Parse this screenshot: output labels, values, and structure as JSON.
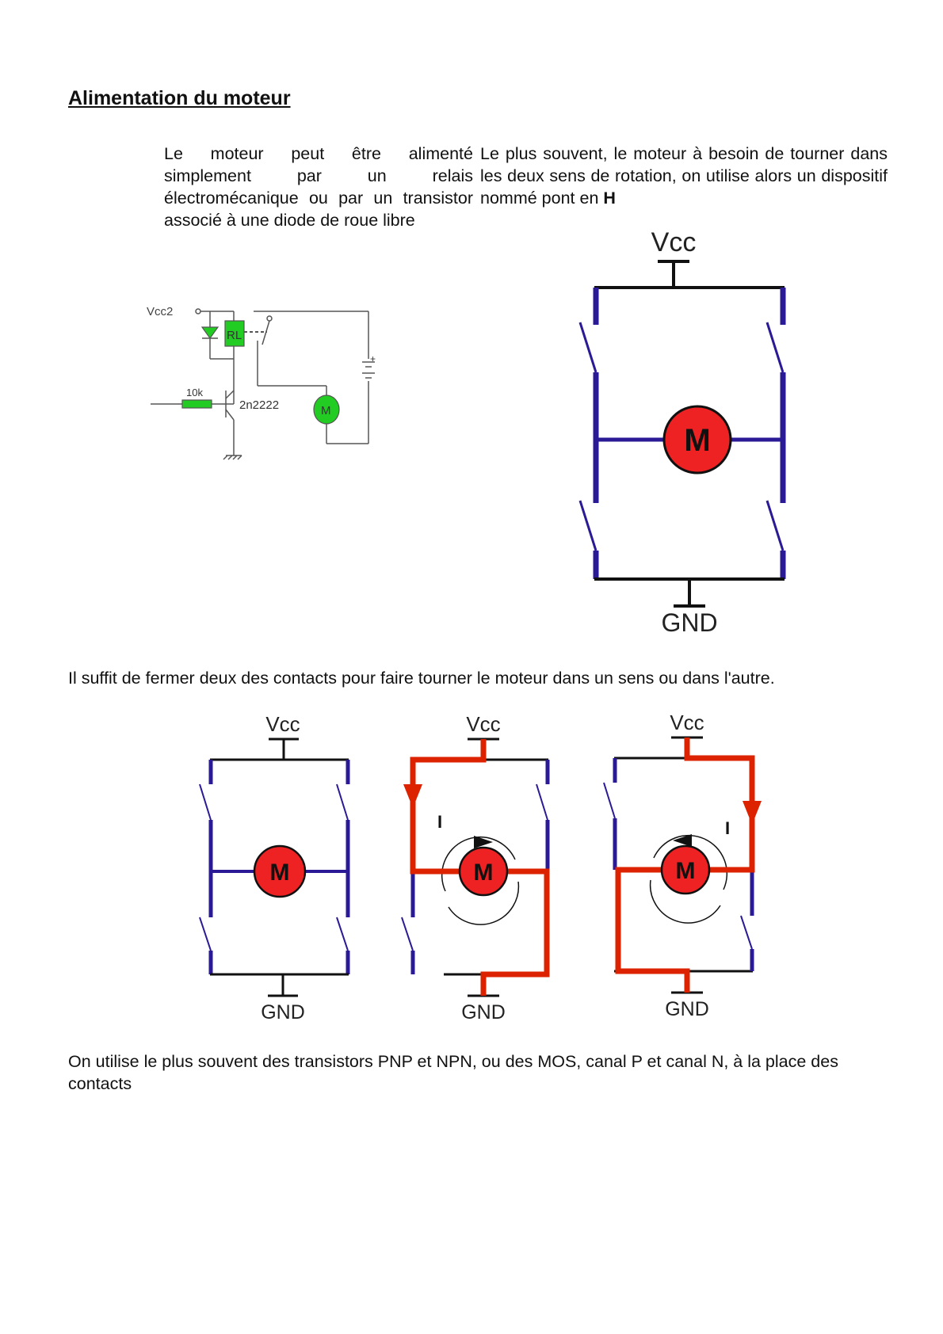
{
  "heading": "Alimentation du moteur",
  "left_column": "Le moteur peut être alimenté simplement par un relais électromécanique ou par un transistor associé à une diode de roue libre",
  "right_column": {
    "text": "Le plus souvent, le moteur à besoin de tourner dans les deux sens de rotation, on utilise alors un dispositif nommé pont en",
    "bold": "H"
  },
  "relay_circuit": {
    "supply": "Vcc2",
    "relay": "RL",
    "resistor": "10k",
    "transistor": "2n2222",
    "motor": "M",
    "battery_plus": "+"
  },
  "bridge_main": {
    "top": "Vcc",
    "bottom": "GND",
    "motor": "M"
  },
  "sentence_1": "Il suffit de fermer deux des contacts pour faire tourner le moteur dans un sens ou dans l'autre.",
  "bridges_small": [
    {
      "top": "Vcc",
      "bottom": "GND",
      "motor": "M"
    },
    {
      "top": "Vcc",
      "bottom": "GND",
      "motor": "M",
      "current": "I"
    },
    {
      "top": "Vcc",
      "bottom": "GND",
      "motor": "M",
      "current": "I"
    }
  ],
  "sentence_2": "On utilise le plus souvent des transistors PNP et NPN, ou des MOS, canal P et canal N, à la place des contacts",
  "colors": {
    "rail": "#2a1a96",
    "motor": "#ee2222",
    "current": "#dd2200",
    "relay_green": "#22cc22"
  }
}
